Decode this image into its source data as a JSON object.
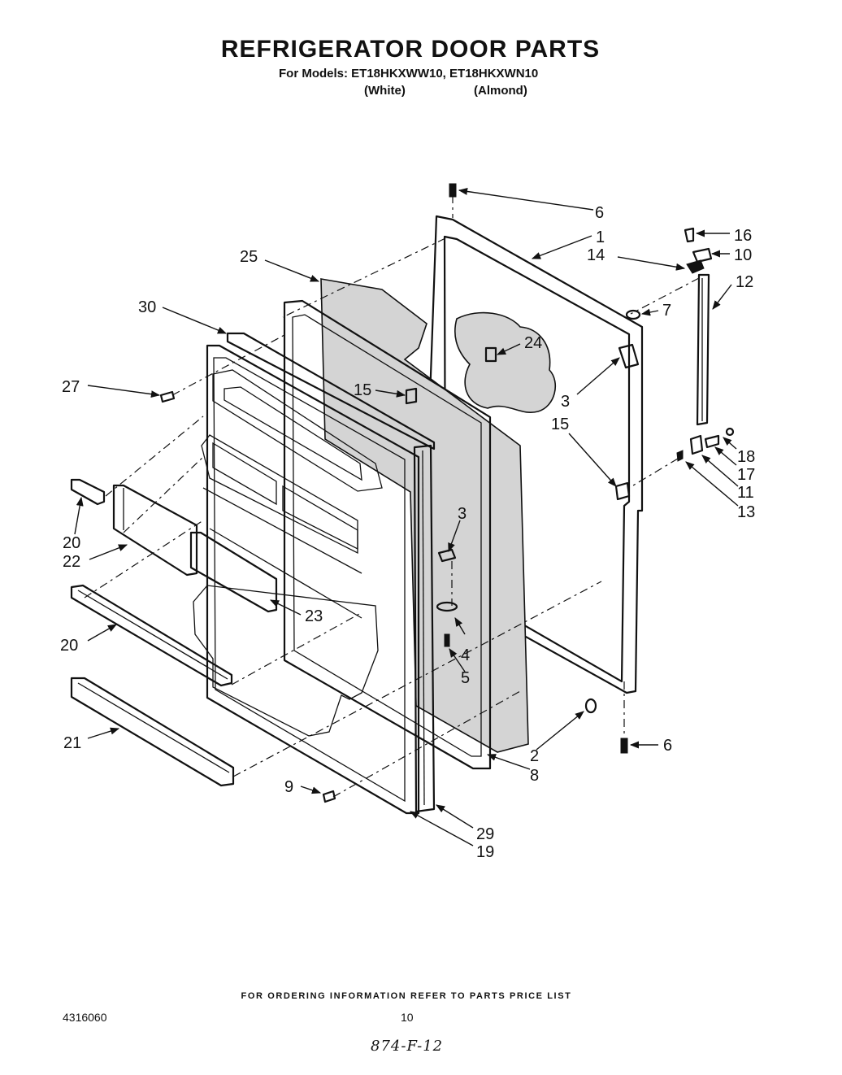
{
  "header": {
    "title": "REFRIGERATOR DOOR PARTS",
    "models_line": "For Models: ET18HKXWW10, ET18HKXWN10",
    "color_white": "(White)",
    "color_almond": "(Almond)"
  },
  "callouts": [
    "6",
    "1",
    "16",
    "10",
    "14",
    "12",
    "25",
    "7",
    "30",
    "24",
    "27",
    "15",
    "3",
    "15",
    "18",
    "17",
    "11",
    "13",
    "3",
    "20",
    "22",
    "23",
    "4",
    "5",
    "20",
    "2",
    "6",
    "21",
    "8",
    "9",
    "29",
    "19"
  ],
  "footer": {
    "ordering_info": "FOR ORDERING INFORMATION REFER TO PARTS PRICE LIST",
    "doc_number": "4316060",
    "page_number": "10",
    "handwritten_code": "874-F-12"
  },
  "colors": {
    "ink": "#111111",
    "paper": "#ffffff",
    "foam": "#d4d4d4"
  }
}
